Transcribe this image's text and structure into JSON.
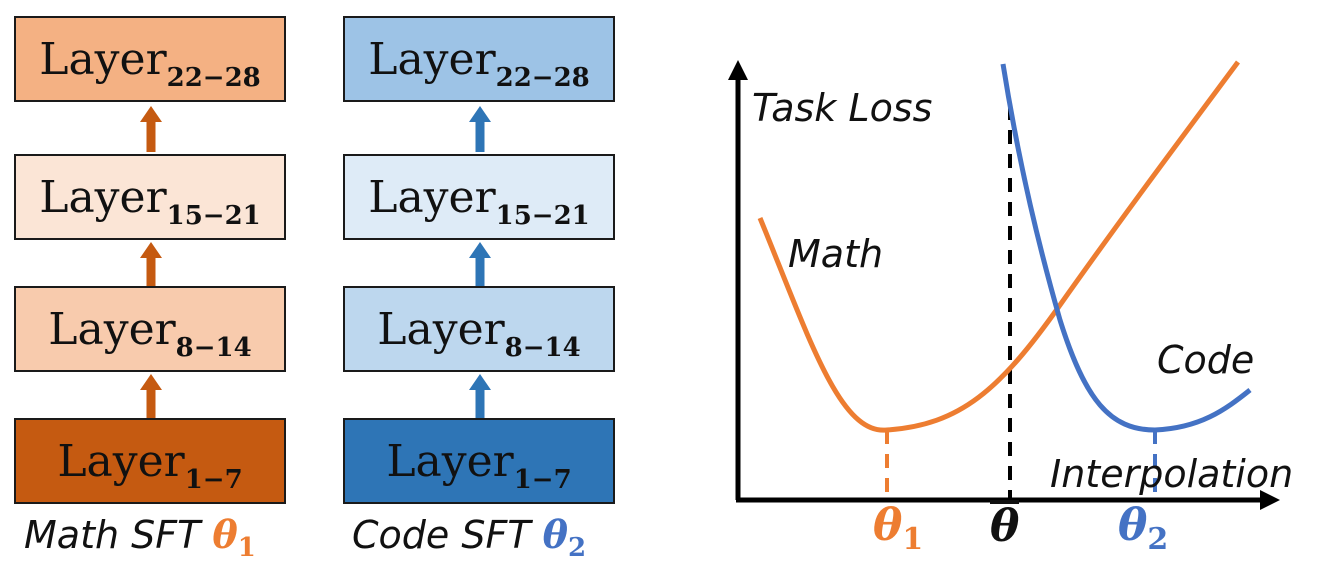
{
  "math_stack": {
    "layers": [
      {
        "base": "Layer",
        "sub": "22−28",
        "fill": "#f4b183"
      },
      {
        "base": "Layer",
        "sub": "15−21",
        "fill": "#fbe5d6"
      },
      {
        "base": "Layer",
        "sub": "8−14",
        "fill": "#f8cbad"
      },
      {
        "base": "Layer",
        "sub": "1−7",
        "fill": "#c55a11"
      }
    ],
    "arrow_color": "#c55a11",
    "caption": "Math SFT",
    "theta_symbol": "θ",
    "theta_sub": "1",
    "theta_color": "#ed7d31"
  },
  "code_stack": {
    "layers": [
      {
        "base": "Layer",
        "sub": "22−28",
        "fill": "#9dc3e6"
      },
      {
        "base": "Layer",
        "sub": "15−21",
        "fill": "#deebf7"
      },
      {
        "base": "Layer",
        "sub": "8−14",
        "fill": "#bdd7ee"
      },
      {
        "base": "Layer",
        "sub": "1−7",
        "fill": "#2e75b6"
      }
    ],
    "arrow_color": "#2e75b6",
    "caption": "Code SFT",
    "theta_symbol": "θ",
    "theta_sub": "2",
    "theta_color": "#4472c4"
  },
  "plot": {
    "y_label": "Task Loss",
    "x_label": "Interpolation",
    "math_label": "Math",
    "code_label": "Code",
    "math_color": "#ed7d31",
    "code_color": "#4472c4",
    "ticks": {
      "theta1": {
        "symbol": "θ",
        "sub": "1",
        "color": "#ed7d31"
      },
      "theta_bar": {
        "symbol": "θ",
        "color": "#111111"
      },
      "theta2": {
        "symbol": "θ",
        "sub": "2",
        "color": "#4472c4"
      }
    }
  }
}
